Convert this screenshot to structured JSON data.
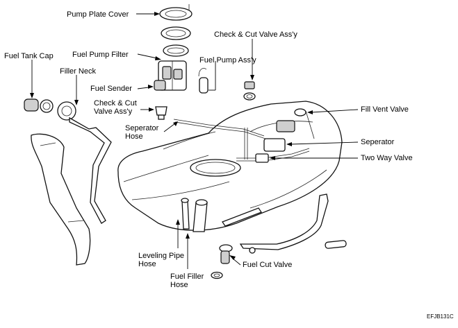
{
  "labels": {
    "pump_plate_cover": "Pump Plate Cover",
    "fuel_pump_filter": "Fuel Pump Filter",
    "fuel_tank_cap": "Fuel Tank Cap",
    "filler_neck": "Filler Neck",
    "fuel_sender": "Fuel Sender",
    "check_cut_valve_left_line1": "Check & Cut",
    "check_cut_valve_left_line2": "Valve Ass'y",
    "check_cut_valve_top": "Check & Cut Valve Ass'y",
    "fuel_pump_assy": "Fuel Pump Ass'y",
    "separator_hose_line1": "Seperator",
    "separator_hose_line2": "Hose",
    "fill_vent_valve": "Fill Vent Valve",
    "separator": "Seperator",
    "two_way_valve": "Two Way Valve",
    "leveling_pipe_hose_line1": "Leveling Pipe",
    "leveling_pipe_hose_line2": "Hose",
    "fuel_filler_hose_line1": "Fuel Filler",
    "fuel_filler_hose_line2": "Hose",
    "fuel_cut_valve": "Fuel Cut Valve",
    "figure_code": "EFJB131C"
  }
}
